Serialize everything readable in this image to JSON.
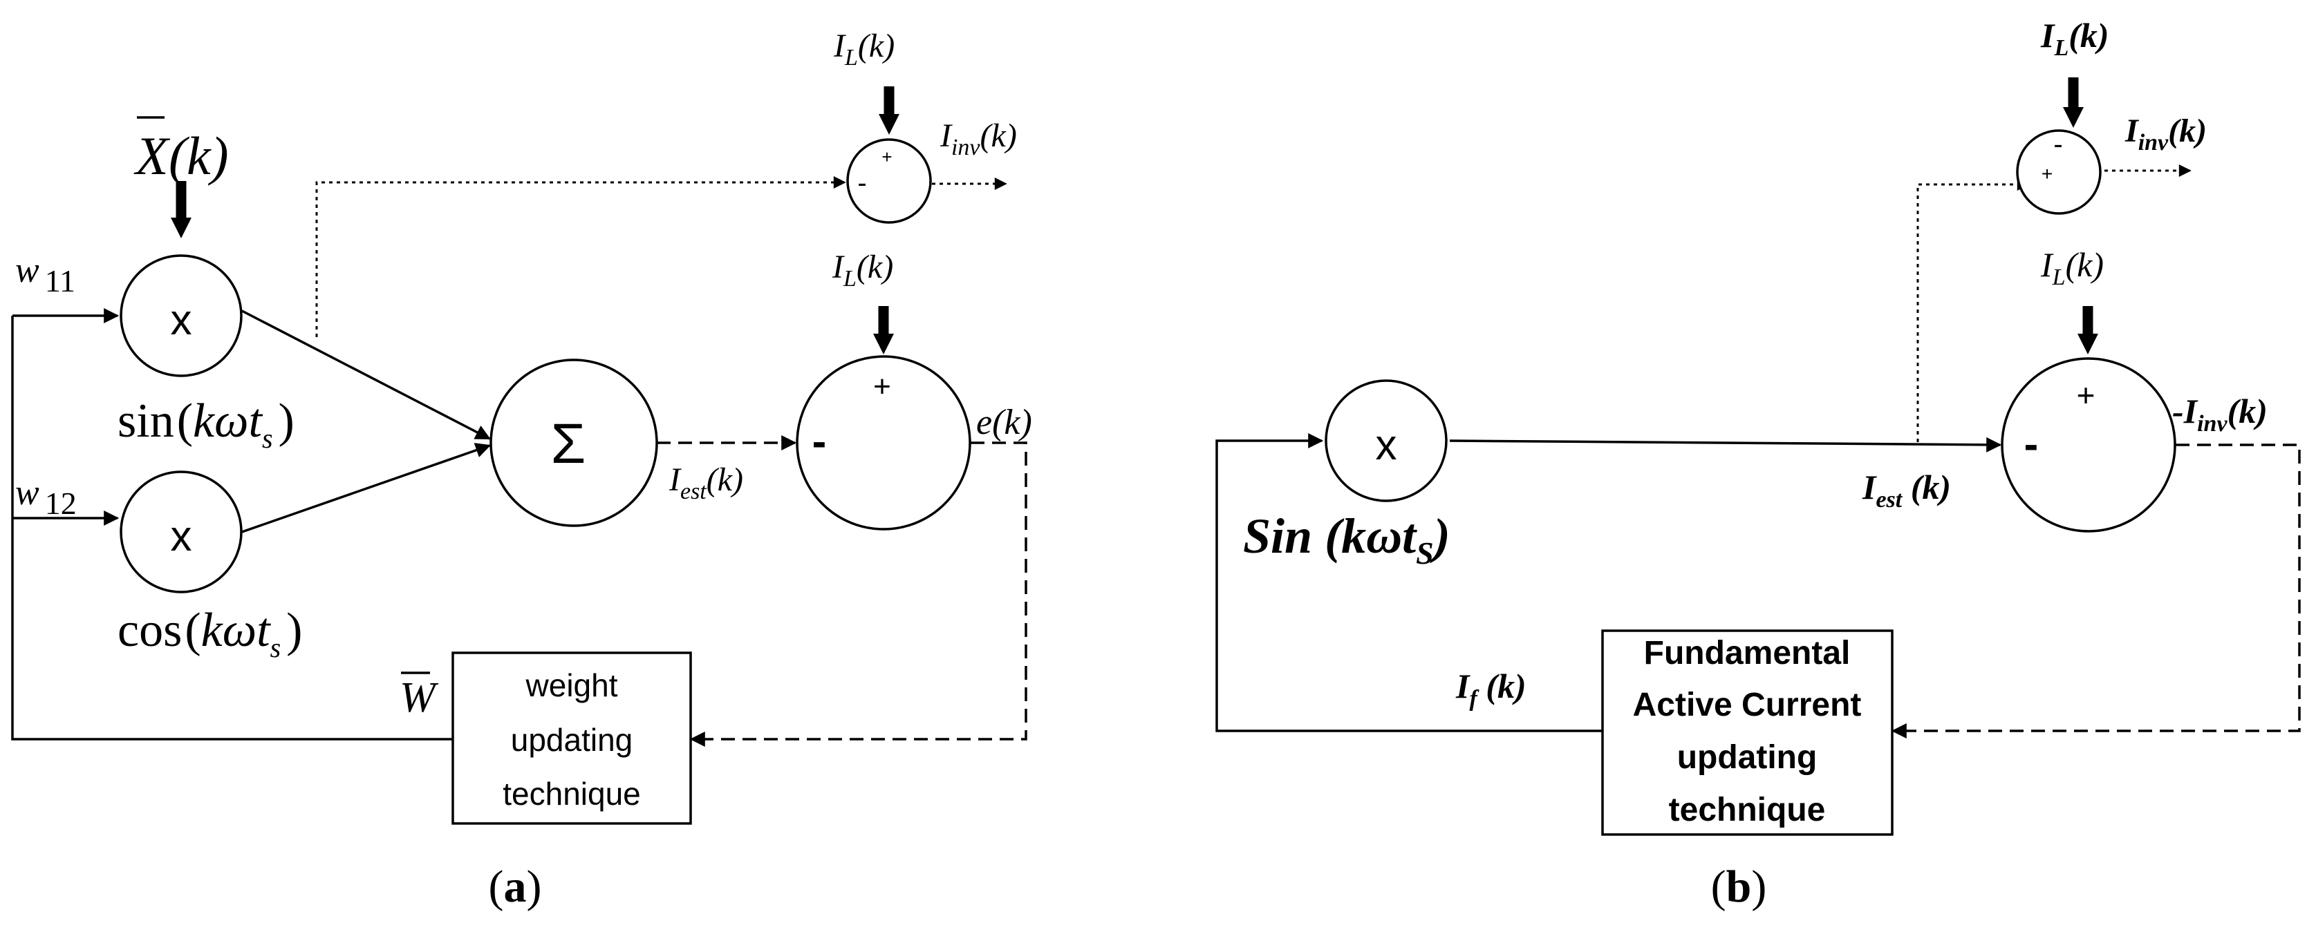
{
  "panel_a": {
    "caption": "(a)",
    "top_input": {
      "base": "X",
      "arg": "(k)"
    },
    "weights": {
      "w11_base": "w",
      "w11_sub": "11",
      "w12_base": "w",
      "w12_sub": "12"
    },
    "mult_symbol": "x",
    "sin_label": {
      "fn": "sin",
      "open": "(",
      "arg": "kωt",
      "sub": "s",
      "close": ")"
    },
    "cos_label": {
      "fn": "cos",
      "open": "(",
      "arg": "kωt",
      "sub": "s",
      "close": ")"
    },
    "sum_symbol": "Σ",
    "iest": {
      "base": "I",
      "sub": "est",
      "arg": "(k)"
    },
    "il_top": {
      "base": "I",
      "sub": "L",
      "arg": "(k)"
    },
    "il_mid": {
      "base": "I",
      "sub": "L",
      "arg": "(k)"
    },
    "iinv": {
      "base": "I",
      "sub": "inv",
      "arg": "(k)"
    },
    "ek": "e(k)",
    "wbar": "W",
    "top_plus": "+",
    "top_minus": "-",
    "mid_plus": "+",
    "mid_minus": "-",
    "update_box": [
      "weight",
      "updating",
      "technique"
    ]
  },
  "panel_b": {
    "caption": "(b)",
    "mult_symbol": "x",
    "sin_label": {
      "fn": "Sin (kωt",
      "sub": "S",
      "close": ")"
    },
    "il_top": {
      "base": "I",
      "sub": "L",
      "arg": "(k)"
    },
    "il_mid": {
      "base": "I",
      "sub": "L",
      "arg": "(k)"
    },
    "iinv": {
      "base": "I",
      "sub": "inv",
      "arg": "(k)"
    },
    "neg_iinv": {
      "base": "-I",
      "sub": "inv",
      "arg": "(k)"
    },
    "iest": {
      "base": "I",
      "sub": "est",
      "arg": " (k)"
    },
    "if": {
      "base": "I",
      "sub": "f",
      "arg": " (k)"
    },
    "top_plus": "+",
    "top_minus": "-",
    "mid_plus": "+",
    "mid_minus": "-",
    "update_box": [
      "Fundamental",
      "Active Current",
      "updating",
      "technique"
    ]
  }
}
